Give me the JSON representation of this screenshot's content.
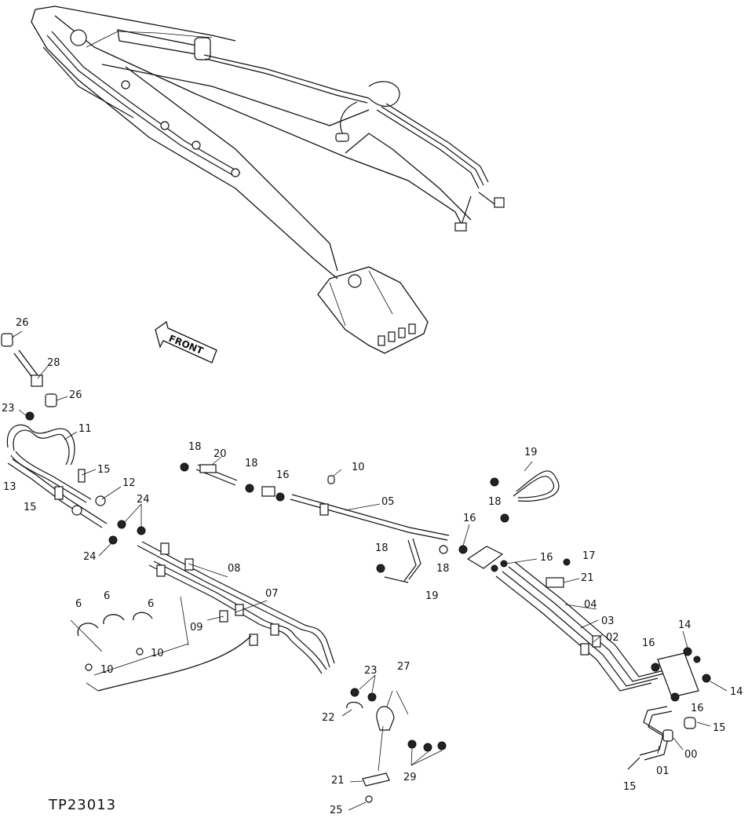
{
  "figure_id": "TP23013",
  "front_label": "FRONT",
  "labels": [
    {
      "id": "l26a",
      "text": "26"
    },
    {
      "id": "l28",
      "text": "28"
    },
    {
      "id": "l26b",
      "text": "26"
    },
    {
      "id": "l23a",
      "text": "23"
    },
    {
      "id": "l11",
      "text": "11"
    },
    {
      "id": "l13",
      "text": "13"
    },
    {
      "id": "l15a",
      "text": "15"
    },
    {
      "id": "l15b",
      "text": "15"
    },
    {
      "id": "l12",
      "text": "12"
    },
    {
      "id": "l24a",
      "text": "24"
    },
    {
      "id": "l24b",
      "text": "24"
    },
    {
      "id": "l08",
      "text": "08"
    },
    {
      "id": "l07",
      "text": "07"
    },
    {
      "id": "l09",
      "text": "09"
    },
    {
      "id": "l6a",
      "text": "6"
    },
    {
      "id": "l6b",
      "text": "6"
    },
    {
      "id": "l6c",
      "text": "6"
    },
    {
      "id": "l10a",
      "text": "10"
    },
    {
      "id": "l10b",
      "text": "10"
    },
    {
      "id": "l18a",
      "text": "18"
    },
    {
      "id": "l20",
      "text": "20"
    },
    {
      "id": "l18b",
      "text": "18"
    },
    {
      "id": "l16a",
      "text": "16"
    },
    {
      "id": "l10c",
      "text": "10"
    },
    {
      "id": "l05",
      "text": "05"
    },
    {
      "id": "l19a",
      "text": "19"
    },
    {
      "id": "l18c",
      "text": "18"
    },
    {
      "id": "l16b",
      "text": "16"
    },
    {
      "id": "l18d",
      "text": "18"
    },
    {
      "id": "l18e",
      "text": "18"
    },
    {
      "id": "l19b",
      "text": "19"
    },
    {
      "id": "l16c",
      "text": "16"
    },
    {
      "id": "l17",
      "text": "17"
    },
    {
      "id": "l21a",
      "text": "21"
    },
    {
      "id": "l04",
      "text": "04"
    },
    {
      "id": "l03",
      "text": "03"
    },
    {
      "id": "l02",
      "text": "02"
    },
    {
      "id": "l14a",
      "text": "14"
    },
    {
      "id": "l16d",
      "text": "16"
    },
    {
      "id": "l14b",
      "text": "14"
    },
    {
      "id": "l16e",
      "text": "16"
    },
    {
      "id": "l15c",
      "text": "15"
    },
    {
      "id": "l00",
      "text": "00"
    },
    {
      "id": "l01",
      "text": "01"
    },
    {
      "id": "l15d",
      "text": "15"
    },
    {
      "id": "l23b",
      "text": "23"
    },
    {
      "id": "l27",
      "text": "27"
    },
    {
      "id": "l22",
      "text": "22"
    },
    {
      "id": "l29",
      "text": "29"
    },
    {
      "id": "l21b",
      "text": "21"
    },
    {
      "id": "l25",
      "text": "25"
    }
  ]
}
